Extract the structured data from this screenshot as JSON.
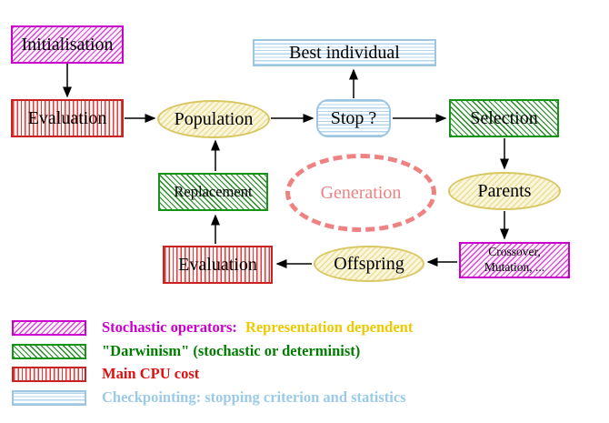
{
  "diagram": {
    "nodes": {
      "initialisation": {
        "label": "Initialisation"
      },
      "evaluation": {
        "label": "Evaluation"
      },
      "population": {
        "label": "Population"
      },
      "best_individual": {
        "label": "Best individual"
      },
      "stop": {
        "label": "Stop ?"
      },
      "selection": {
        "label": "Selection"
      },
      "replacement": {
        "label": "Replacement"
      },
      "generation": {
        "label": "Generation"
      },
      "parents": {
        "label": "Parents"
      },
      "crossover_mutation": {
        "lines": [
          "Crossover,",
          "Mutation, ..."
        ]
      },
      "offspring": {
        "label": "Offspring"
      },
      "evaluation_2": {
        "label": "Evaluation"
      }
    },
    "edges": [
      {
        "from": "initialisation",
        "to": "evaluation"
      },
      {
        "from": "evaluation",
        "to": "population"
      },
      {
        "from": "population",
        "to": "stop"
      },
      {
        "from": "stop",
        "to": "best_individual"
      },
      {
        "from": "stop",
        "to": "selection"
      },
      {
        "from": "selection",
        "to": "parents"
      },
      {
        "from": "parents",
        "to": "crossover_mutation"
      },
      {
        "from": "crossover_mutation",
        "to": "offspring"
      },
      {
        "from": "offspring",
        "to": "evaluation_2"
      },
      {
        "from": "evaluation_2",
        "to": "replacement"
      },
      {
        "from": "replacement",
        "to": "population"
      }
    ]
  },
  "legend": {
    "items": [
      {
        "swatch": "magenta-hatch-swatch",
        "segments": [
          {
            "text": "Stochastic operators:",
            "color": "#cc00cc"
          },
          {
            "text": "Representation dependent",
            "color": "#edc900"
          }
        ]
      },
      {
        "swatch": "green-hatch-swatch",
        "segments": [
          {
            "text": "\"Darwinism\" (stochastic or determinist)",
            "color": "#007d00"
          }
        ]
      },
      {
        "swatch": "red-stripes-swatch",
        "segments": [
          {
            "text": "Main CPU cost",
            "color": "#dd1111"
          }
        ]
      },
      {
        "swatch": "cyan-lines-swatch",
        "segments": [
          {
            "text": "Checkpointing: stopping criterion and statistics",
            "color": "#9ccbe9"
          }
        ]
      }
    ]
  },
  "colors": {
    "magenta": "#cc00cc",
    "red": "#cc2222",
    "green": "#169416",
    "cyan_border": "#9cc6e2",
    "yellow_border": "#d9c763",
    "salmon": "#ee8282",
    "arrow": "#000000",
    "node_text": "#000000"
  }
}
